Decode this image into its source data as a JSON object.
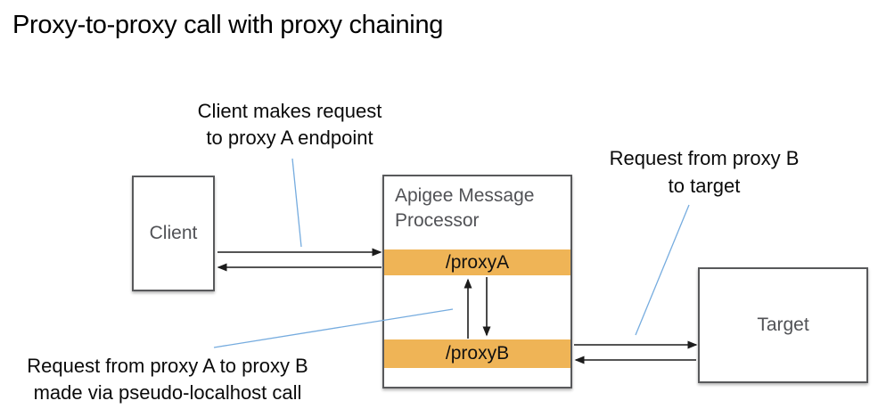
{
  "title": "Proxy-to-proxy call with proxy chaining",
  "annotations": {
    "client_request": {
      "line1": "Client makes request",
      "line2": "to proxy A endpoint"
    },
    "proxyb_to_target": {
      "line1": "Request from proxy B",
      "line2": "to target"
    },
    "proxya_to_proxyb": {
      "line1": "Request from proxy A to proxy B",
      "line2": "made via pseudo-localhost call"
    }
  },
  "nodes": {
    "client": {
      "label": "Client"
    },
    "message_processor": {
      "label": "Apigee Message Processor"
    },
    "proxy_a_endpoint": {
      "label": "/proxyA"
    },
    "proxy_b_endpoint": {
      "label": "/proxyB"
    },
    "target": {
      "label": "Target"
    }
  },
  "colors": {
    "endpoint_bar_orange": "#EFB456",
    "connector_blue": "#76ACDF",
    "box_border_gray": "#58595B",
    "box_text_gray": "#515256",
    "arrow_black": "#1C1C1C",
    "title_black": "#000000"
  }
}
